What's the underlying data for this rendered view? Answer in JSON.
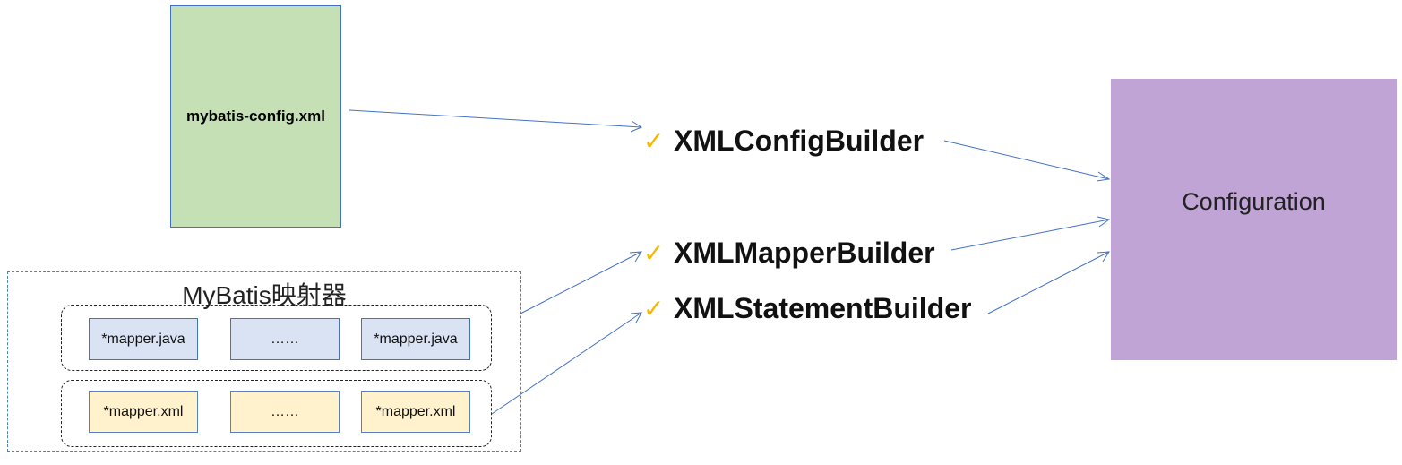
{
  "config_file": {
    "label": "mybatis-config.xml"
  },
  "configuration": {
    "label": "Configuration"
  },
  "mapper_group": {
    "title": "MyBatis映射器",
    "java_row": [
      "*mapper.java",
      "……",
      "*mapper.java"
    ],
    "xml_row": [
      "*mapper.xml",
      "……",
      "*mapper.xml"
    ]
  },
  "builders": [
    {
      "check": "✓",
      "label": "XMLConfigBuilder"
    },
    {
      "check": "✓",
      "label": "XMLMapperBuilder"
    },
    {
      "check": "✓",
      "label": "XMLStatementBuilder"
    }
  ],
  "colors": {
    "config_fill": "#c5e0b4",
    "configuration_fill": "#c0a4d5",
    "java_fill": "#dae3f3",
    "xml_fill": "#fff2cc",
    "arrow": "#4472c4",
    "check": "#f5b800"
  }
}
